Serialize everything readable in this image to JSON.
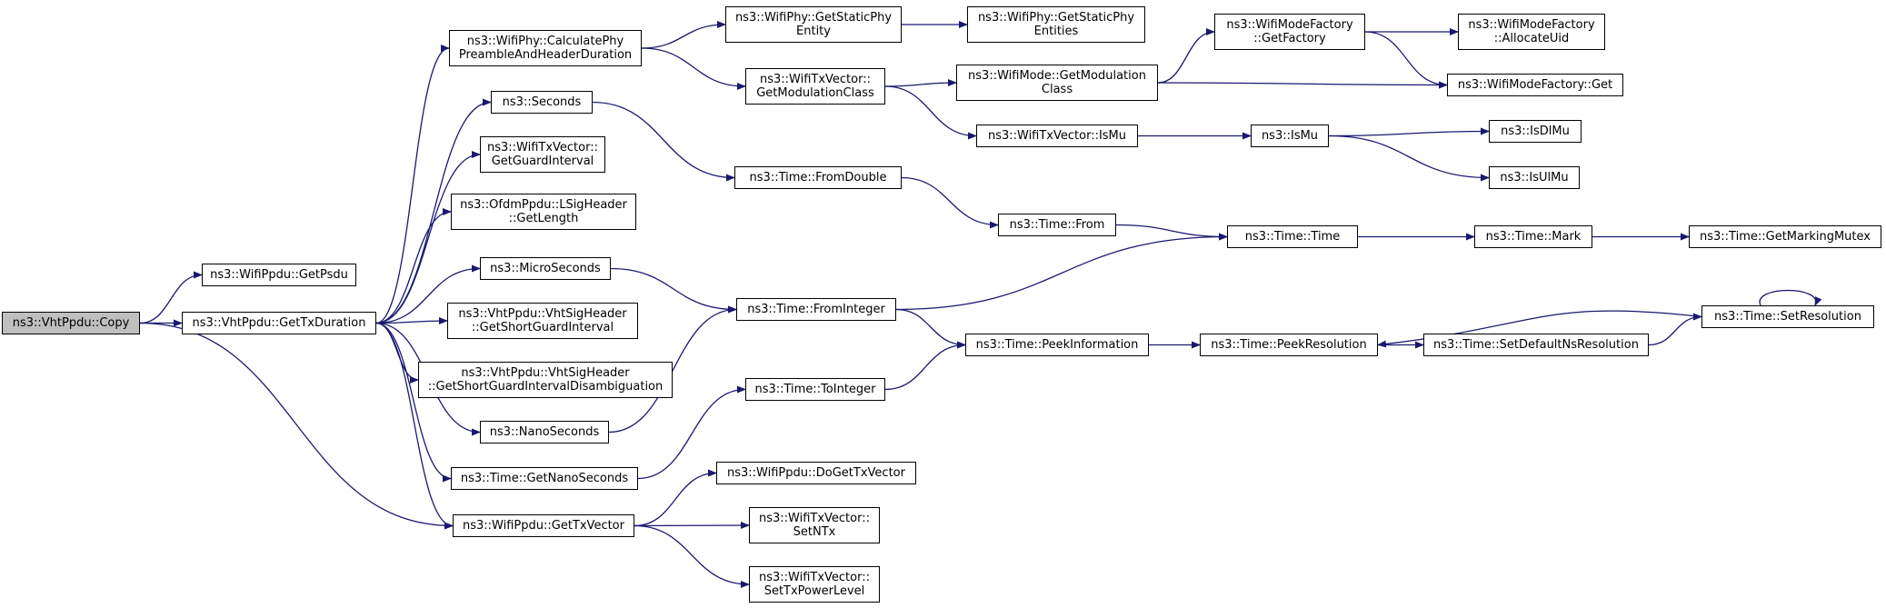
{
  "colors": {
    "edge": "#191970",
    "root_fill": "#bfbfbf",
    "node_fill": "#ffffff",
    "border": "#000000"
  },
  "nodes": {
    "vhtcopy": {
      "l1": "ns3::VhtPpdu::Copy"
    },
    "getpsdu": {
      "l1": "ns3::WifiPpdu::GetPsdu"
    },
    "gettxdur": {
      "l1": "ns3::VhtPpdu::GetTxDuration"
    },
    "calcphy": {
      "l1": "ns3::WifiPhy::CalculatePhy",
      "l2": "PreambleAndHeaderDuration"
    },
    "seconds": {
      "l1": "ns3::Seconds"
    },
    "guardint": {
      "l1": "ns3::WifiTxVector::",
      "l2": "GetGuardInterval"
    },
    "lsig": {
      "l1": "ns3::OfdmPpdu::LSigHeader",
      "l2": "::GetLength"
    },
    "micro": {
      "l1": "ns3::MicroSeconds"
    },
    "shortgi": {
      "l1": "ns3::VhtPpdu::VhtSigHeader",
      "l2": "::GetShortGuardInterval"
    },
    "shortgidis": {
      "l1": "ns3::VhtPpdu::VhtSigHeader",
      "l2": "::GetShortGuardIntervalDisambiguation"
    },
    "nano": {
      "l1": "ns3::NanoSeconds"
    },
    "getnano": {
      "l1": "ns3::Time::GetNanoSeconds"
    },
    "gettxvec": {
      "l1": "ns3::WifiPpdu::GetTxVector"
    },
    "staticphy": {
      "l1": "ns3::WifiPhy::GetStaticPhy",
      "l2": "Entity"
    },
    "staticphies": {
      "l1": "ns3::WifiPhy::GetStaticPhy",
      "l2": "Entities"
    },
    "modclass": {
      "l1": "ns3::WifiTxVector::",
      "l2": "GetModulationClass"
    },
    "fromdouble": {
      "l1": "ns3::Time::FromDouble"
    },
    "frominteger": {
      "l1": "ns3::Time::FromInteger"
    },
    "tointeger": {
      "l1": "ns3::Time::ToInteger"
    },
    "dogettxvec": {
      "l1": "ns3::WifiPpdu::DoGetTxVector"
    },
    "setntx": {
      "l1": "ns3::WifiTxVector::",
      "l2": "SetNTx"
    },
    "settxpower": {
      "l1": "ns3::WifiTxVector::",
      "l2": "SetTxPowerLevel"
    },
    "modeget": {
      "l1": "ns3::WifiMode::GetModulation",
      "l2": "Class"
    },
    "ismu_vec": {
      "l1": "ns3::WifiTxVector::IsMu"
    },
    "timefrom": {
      "l1": "ns3::Time::From"
    },
    "peekinfo": {
      "l1": "ns3::Time::PeekInformation"
    },
    "getfactory": {
      "l1": "ns3::WifiModeFactory",
      "l2": "::GetFactory"
    },
    "ismu": {
      "l1": "ns3::IsMu"
    },
    "timetime": {
      "l1": "ns3::Time::Time"
    },
    "peekres": {
      "l1": "ns3::Time::PeekResolution"
    },
    "allocuid": {
      "l1": "ns3::WifiModeFactory",
      "l2": "::AllocateUid"
    },
    "factget": {
      "l1": "ns3::WifiModeFactory::Get"
    },
    "isdlmu": {
      "l1": "ns3::IsDlMu"
    },
    "isulmu": {
      "l1": "ns3::IsUlMu"
    },
    "mark": {
      "l1": "ns3::Time::Mark"
    },
    "setdefns": {
      "l1": "ns3::Time::SetDefaultNsResolution"
    },
    "setres": {
      "l1": "ns3::Time::SetResolution"
    },
    "markmutex": {
      "l1": "ns3::Time::GetMarkingMutex"
    }
  },
  "edges": [
    [
      "vhtcopy",
      "getpsdu"
    ],
    [
      "vhtcopy",
      "gettxdur"
    ],
    [
      "vhtcopy",
      "gettxvec"
    ],
    [
      "gettxdur",
      "calcphy"
    ],
    [
      "gettxdur",
      "seconds"
    ],
    [
      "gettxdur",
      "guardint"
    ],
    [
      "gettxdur",
      "lsig"
    ],
    [
      "gettxdur",
      "micro"
    ],
    [
      "gettxdur",
      "shortgi"
    ],
    [
      "gettxdur",
      "shortgidis"
    ],
    [
      "gettxdur",
      "nano"
    ],
    [
      "gettxdur",
      "getnano"
    ],
    [
      "gettxdur",
      "gettxvec"
    ],
    [
      "calcphy",
      "staticphy"
    ],
    [
      "calcphy",
      "modclass"
    ],
    [
      "staticphy",
      "staticphies"
    ],
    [
      "seconds",
      "fromdouble"
    ],
    [
      "micro",
      "frominteger"
    ],
    [
      "nano",
      "frominteger"
    ],
    [
      "getnano",
      "tointeger"
    ],
    [
      "gettxvec",
      "dogettxvec"
    ],
    [
      "gettxvec",
      "setntx"
    ],
    [
      "gettxvec",
      "settxpower"
    ],
    [
      "modclass",
      "modeget"
    ],
    [
      "modclass",
      "ismu_vec"
    ],
    [
      "modeget",
      "getfactory"
    ],
    [
      "modeget",
      "factget"
    ],
    [
      "getfactory",
      "allocuid"
    ],
    [
      "getfactory",
      "factget"
    ],
    [
      "ismu_vec",
      "ismu"
    ],
    [
      "ismu",
      "isdlmu"
    ],
    [
      "ismu",
      "isulmu"
    ],
    [
      "fromdouble",
      "timefrom"
    ],
    [
      "timefrom",
      "timetime"
    ],
    [
      "frominteger",
      "timetime"
    ],
    [
      "frominteger",
      "peekinfo"
    ],
    [
      "tointeger",
      "peekinfo"
    ],
    [
      "peekinfo",
      "peekres"
    ],
    [
      "peekres",
      "setdefns"
    ],
    [
      "setdefns",
      "setres"
    ],
    [
      "setres",
      "peekres"
    ],
    [
      "setres",
      "setres"
    ],
    [
      "timetime",
      "mark"
    ],
    [
      "mark",
      "markmutex"
    ]
  ]
}
